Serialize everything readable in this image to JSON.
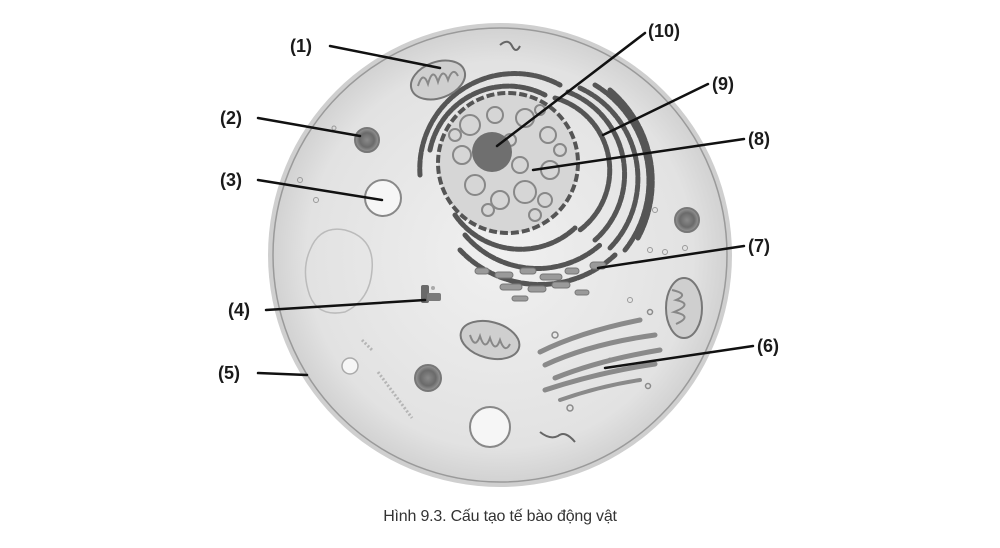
{
  "labels": [
    "(1)",
    "(2)",
    "(3)",
    "(4)",
    "(5)",
    "(6)",
    "(7)",
    "(8)",
    "(9)",
    "(10)"
  ],
  "caption": "Hình 9.3. Cấu tạo tế bào động vật"
}
